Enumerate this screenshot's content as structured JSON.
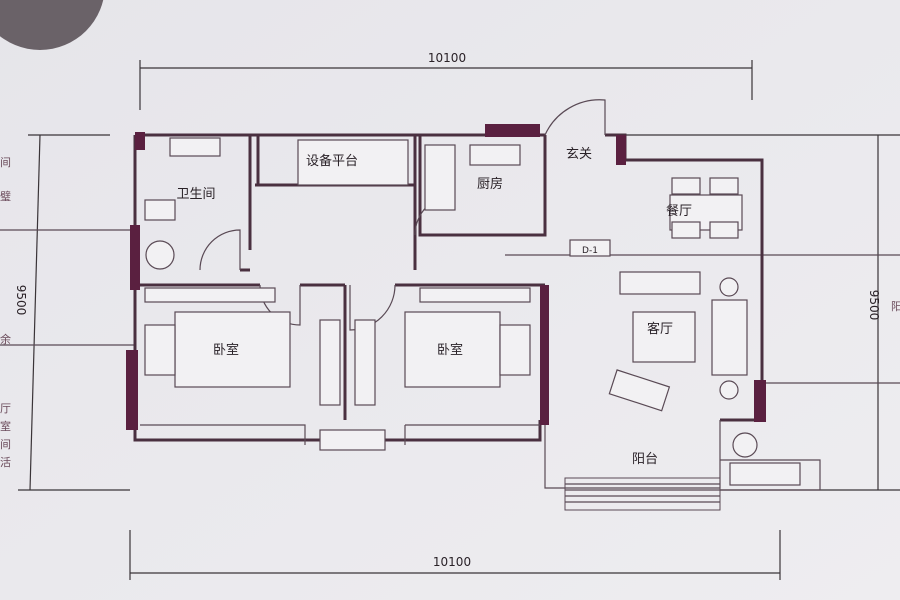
{
  "dimensions": {
    "top_width": "10100",
    "bottom_width": "10100",
    "left_height": "9500",
    "right_height": "9500"
  },
  "rooms": {
    "equipment_platform": "设备平台",
    "bathroom": "卫生间",
    "kitchen": "厨房",
    "entrance": "玄关",
    "dining": "餐厅",
    "bedroom_left": "卧室",
    "bedroom_right": "卧室",
    "living": "客厅",
    "balcony": "阳台"
  },
  "door_tag": "D-1",
  "edge_fragments_left": [
    "间",
    "璧",
    "余",
    "厅",
    "室",
    "间",
    "活"
  ],
  "edge_fragment_right": "阳",
  "colors": {
    "wall": "#4a3040",
    "accent": "#5a2040",
    "paper": "#e9e8ec"
  }
}
